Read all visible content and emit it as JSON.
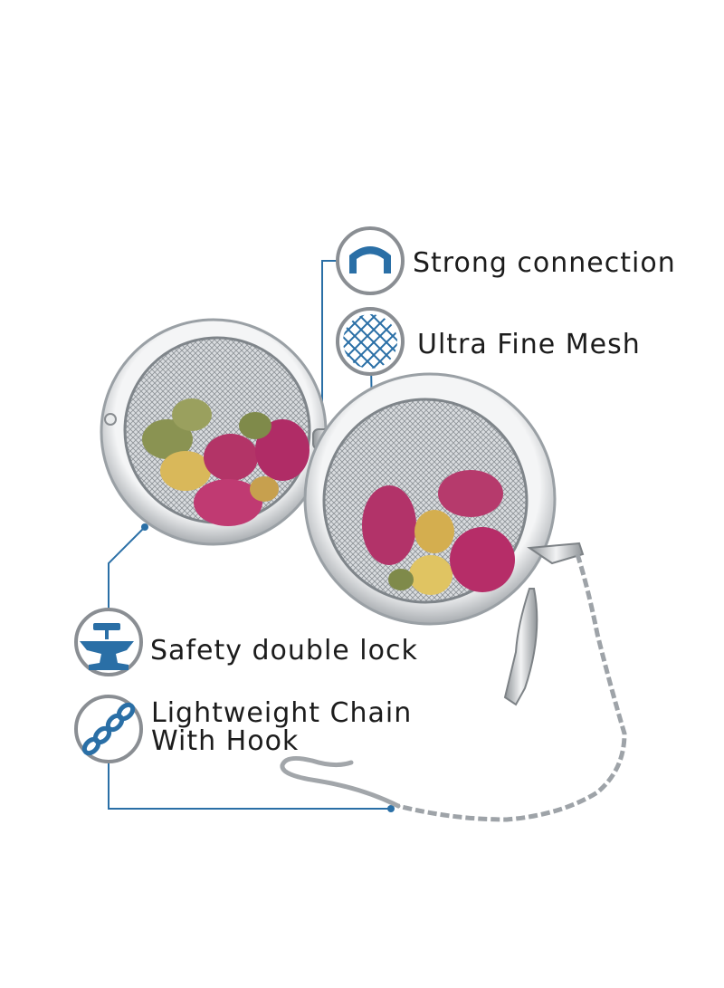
{
  "colors": {
    "accent": "#2a6fa6",
    "icon_ring": "#8a8e93",
    "steel": "#b8bcc0",
    "rose": "#b4306a",
    "bud_yellow": "#d7b657",
    "bud_green": "#7d8a4c"
  },
  "features": [
    {
      "icon": "hinge-icon",
      "label": "Strong connection"
    },
    {
      "icon": "mesh-icon",
      "label": "Ultra Fine Mesh"
    },
    {
      "icon": "anvil-hammer-icon",
      "label": "Safety double lock"
    },
    {
      "icon": "chain-icon",
      "label": "Lightweight Chain",
      "label_line2": "With Hook"
    }
  ]
}
